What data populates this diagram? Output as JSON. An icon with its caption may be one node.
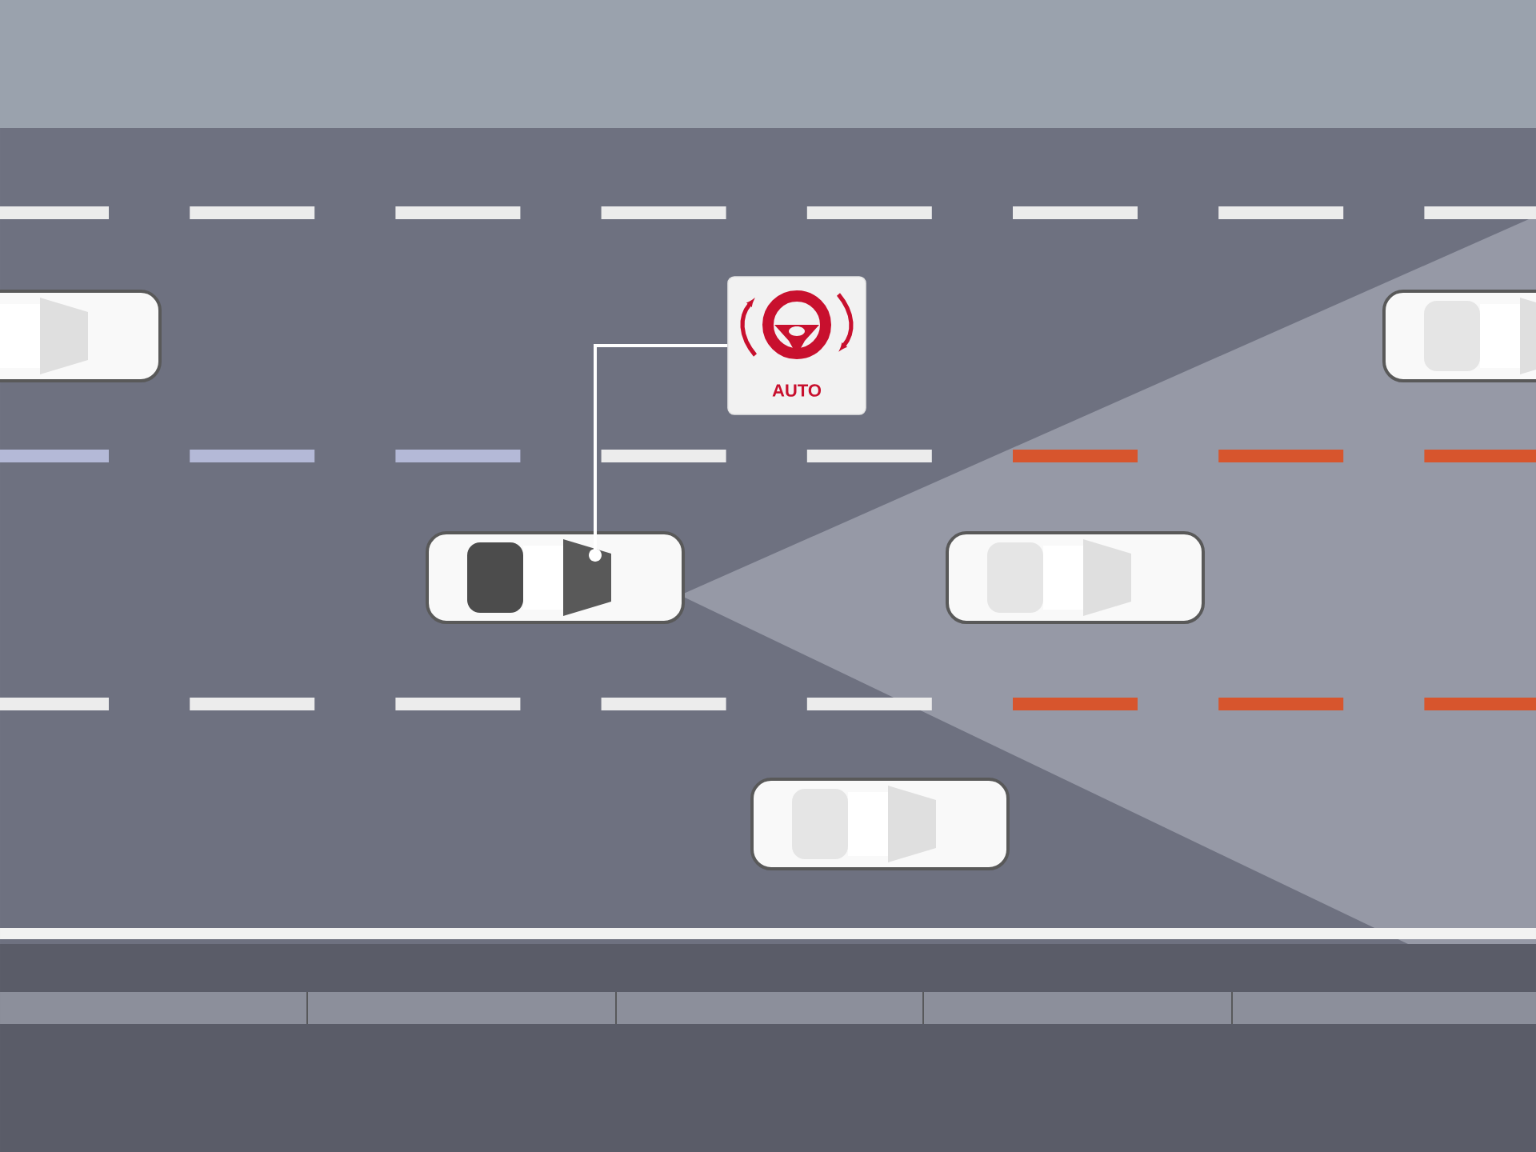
{
  "diagram": {
    "nodes": [
      {
        "text": [
          "AUTO"
        ]
      },
      {
        "text": [],
        "shape": "picture"
      }
    ],
    "edges": [
      {
        "from": 0,
        "to": 1,
        "arrow": "other"
      }
    ]
  }
}
